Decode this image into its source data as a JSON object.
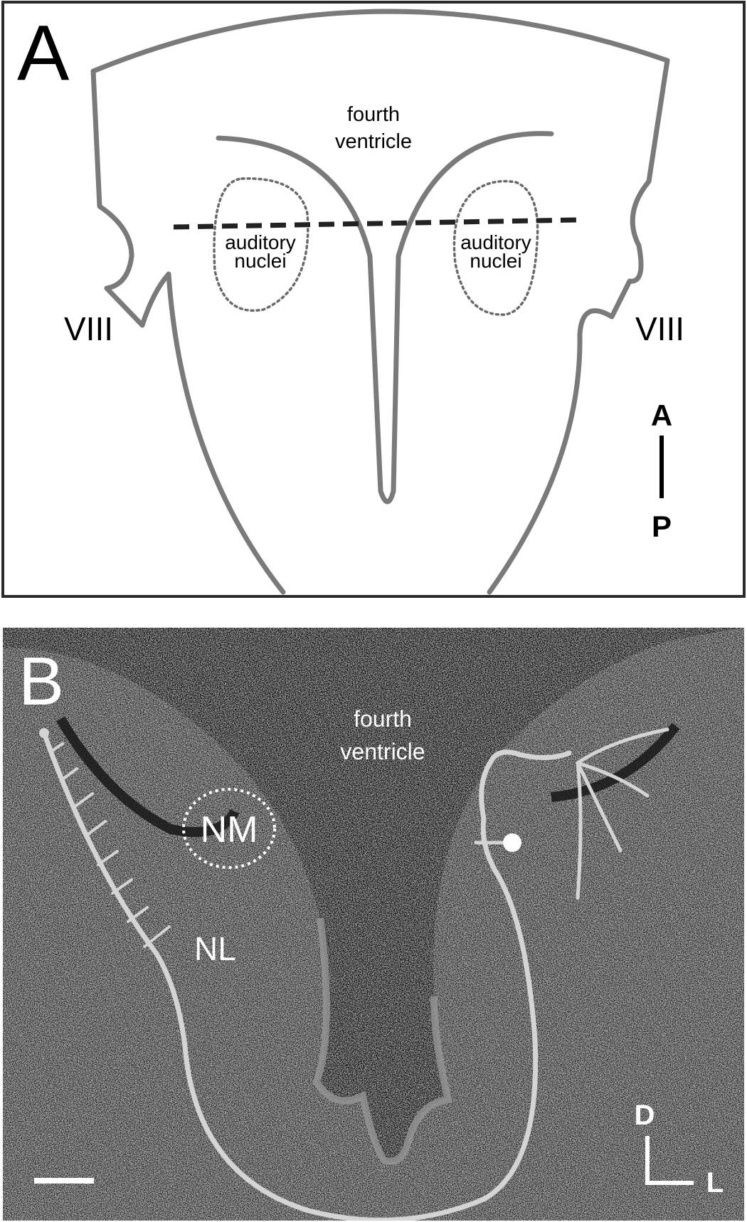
{
  "panel_a": {
    "letter": "A",
    "ventricle_line1": "fourth",
    "ventricle_line2": "ventricle",
    "left_nucleus_line1": "auditory",
    "left_nucleus_line2": "nuclei",
    "right_nucleus_line1": "auditory",
    "right_nucleus_line2": "nuclei",
    "nerve_left": "VIII",
    "nerve_right": "VIII",
    "axis_top": "A",
    "axis_bottom": "P",
    "colors": {
      "outline": "#7a7a7a",
      "border": "#2a2a2a",
      "section_line": "#222222",
      "background": "#ffffff"
    }
  },
  "panel_b": {
    "letter": "B",
    "ventricle_line1": "fourth",
    "ventricle_line2": "ventricle",
    "nucleus_magnocellularis": "NM",
    "nucleus_laminaris": "NL",
    "axis_vertical": "D",
    "axis_horizontal": "L",
    "colors": {
      "background": "#0c0c0c",
      "tissue": "#2c2c2c",
      "overlay": "#d4d4d4",
      "text": "#ffffff"
    }
  }
}
